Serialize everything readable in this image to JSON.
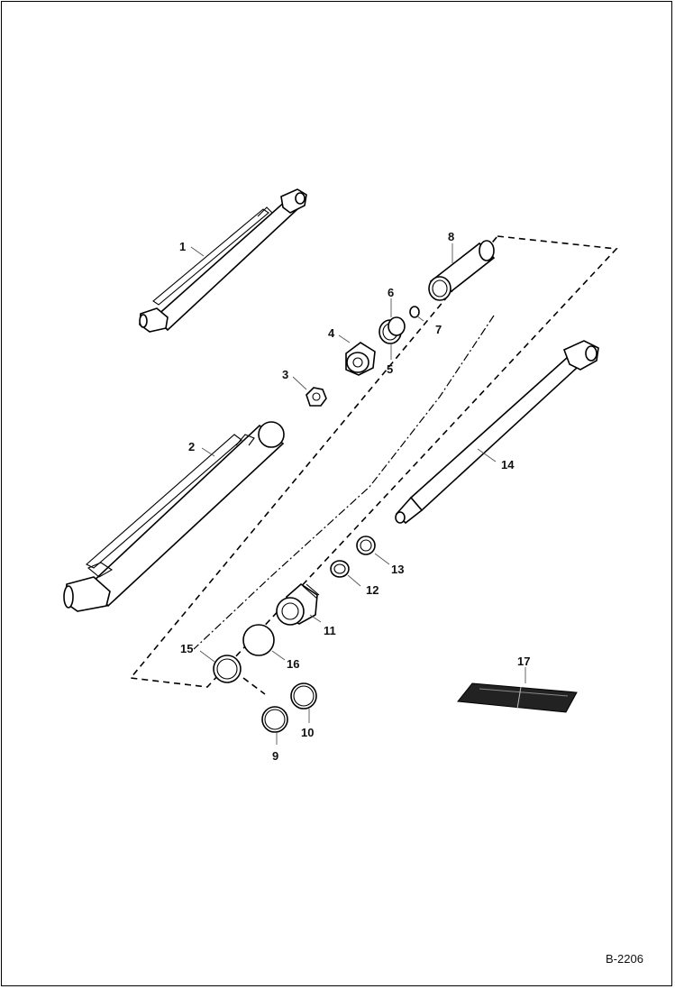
{
  "drawing": {
    "reference": "B-2206"
  },
  "callouts": [
    {
      "id": "1",
      "label": "1"
    },
    {
      "id": "2",
      "label": "2"
    },
    {
      "id": "3",
      "label": "3"
    },
    {
      "id": "4",
      "label": "4"
    },
    {
      "id": "5",
      "label": "5"
    },
    {
      "id": "6",
      "label": "6"
    },
    {
      "id": "7",
      "label": "7"
    },
    {
      "id": "8",
      "label": "8"
    },
    {
      "id": "9",
      "label": "9"
    },
    {
      "id": "10",
      "label": "10"
    },
    {
      "id": "11",
      "label": "11"
    },
    {
      "id": "12",
      "label": "12"
    },
    {
      "id": "13",
      "label": "13"
    },
    {
      "id": "14",
      "label": "14"
    },
    {
      "id": "15",
      "label": "15"
    },
    {
      "id": "16",
      "label": "16"
    },
    {
      "id": "17",
      "label": "17"
    }
  ]
}
